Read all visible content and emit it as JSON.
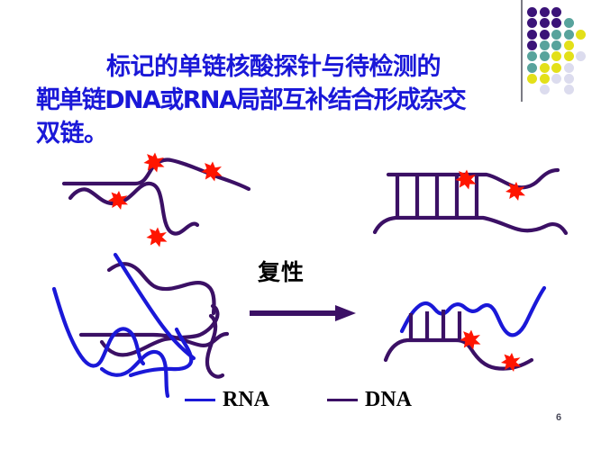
{
  "slide": {
    "background_color": "#ffffff",
    "page_number": "6"
  },
  "title": {
    "color": "#1a18d8",
    "line_1": "标记的单链核酸探针与待检测的",
    "line_2": "靶单链DNA或RNA局部互补结合形成杂交",
    "line_3": "双链。"
  },
  "decoration": {
    "rule_color": "#7b7b84",
    "dot_colors": {
      "dark_purple": "#3b1378",
      "teal": "#58a39c",
      "yellow": "#e3e019",
      "pale": "#dcdcee"
    },
    "dots": [
      {
        "row": 0,
        "col": 0,
        "color": "#3b1378"
      },
      {
        "row": 0,
        "col": 1,
        "color": "#3b1378"
      },
      {
        "row": 0,
        "col": 2,
        "color": "#3b1378"
      },
      {
        "row": 1,
        "col": 0,
        "color": "#3b1378"
      },
      {
        "row": 1,
        "col": 1,
        "color": "#3b1378"
      },
      {
        "row": 1,
        "col": 2,
        "color": "#3b1378"
      },
      {
        "row": 1,
        "col": 3,
        "color": "#58a39c"
      },
      {
        "row": 2,
        "col": 0,
        "color": "#3b1378"
      },
      {
        "row": 2,
        "col": 1,
        "color": "#3b1378"
      },
      {
        "row": 2,
        "col": 2,
        "color": "#58a39c"
      },
      {
        "row": 2,
        "col": 3,
        "color": "#58a39c"
      },
      {
        "row": 2,
        "col": 4,
        "color": "#e3e019"
      },
      {
        "row": 3,
        "col": 0,
        "color": "#3b1378"
      },
      {
        "row": 3,
        "col": 1,
        "color": "#58a39c"
      },
      {
        "row": 3,
        "col": 2,
        "color": "#58a39c"
      },
      {
        "row": 3,
        "col": 3,
        "color": "#e3e019"
      },
      {
        "row": 4,
        "col": 0,
        "color": "#58a39c"
      },
      {
        "row": 4,
        "col": 1,
        "color": "#58a39c"
      },
      {
        "row": 4,
        "col": 2,
        "color": "#e3e019"
      },
      {
        "row": 4,
        "col": 3,
        "color": "#e3e019"
      },
      {
        "row": 4,
        "col": 4,
        "color": "#dcdcee"
      },
      {
        "row": 5,
        "col": 0,
        "color": "#58a39c"
      },
      {
        "row": 5,
        "col": 1,
        "color": "#e3e019"
      },
      {
        "row": 5,
        "col": 2,
        "color": "#e3e019"
      },
      {
        "row": 5,
        "col": 3,
        "color": "#dcdcee"
      },
      {
        "row": 6,
        "col": 0,
        "color": "#e3e019"
      },
      {
        "row": 6,
        "col": 1,
        "color": "#e3e019"
      },
      {
        "row": 6,
        "col": 2,
        "color": "#dcdcee"
      },
      {
        "row": 6,
        "col": 3,
        "color": "#dcdcee"
      },
      {
        "row": 7,
        "col": 1,
        "color": "#dcdcee"
      },
      {
        "row": 7,
        "col": 3,
        "color": "#dcdcee"
      }
    ]
  },
  "diagram": {
    "dna_color": "#3b1065",
    "rna_color": "#1a18d8",
    "label_color": "#ff1500",
    "label_name": "red-starburst-label",
    "process_label": "复性",
    "arrow_color": "#3b1065",
    "left_group_caption": "denatured single strands with labelled probes",
    "right_group_caption": "hybrid duplexes"
  },
  "legend": {
    "entries": [
      {
        "label": "RNA",
        "color": "#1a18d8"
      },
      {
        "label": "DNA",
        "color": "#3b1065"
      }
    ]
  }
}
